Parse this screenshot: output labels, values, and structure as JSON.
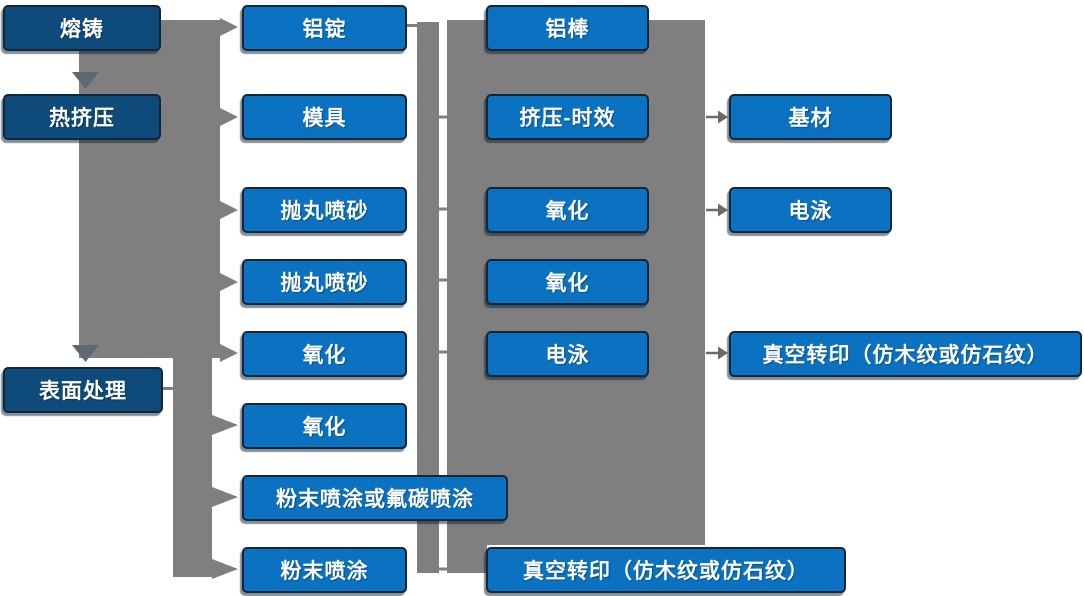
{
  "colors": {
    "process_box_blue": "#0b72c1",
    "stage_box_navy": "#0e4b7b",
    "connector_gray": "#7f7f7f",
    "down_arrow_gray": "#5f6973",
    "link_arrow_gray": "#6a6a6a",
    "box_border": "#10263b",
    "text": "#ffffff",
    "background": "#ffffff"
  },
  "nodes": {
    "col1": [
      {
        "label": "熔铸"
      },
      {
        "label": "热挤压"
      },
      {
        "label": "表面处理"
      }
    ],
    "col2": [
      {
        "label": "铝锭"
      },
      {
        "label": "模具"
      },
      {
        "label": "抛丸喷砂"
      },
      {
        "label": "抛丸喷砂"
      },
      {
        "label": "氧化"
      },
      {
        "label": "氧化"
      },
      {
        "label": "粉末喷涂或氟碳喷涂"
      },
      {
        "label": "粉末喷涂"
      }
    ],
    "col3": [
      {
        "label": "铝棒"
      },
      {
        "label": "挤压-时效"
      },
      {
        "label": "氧化"
      },
      {
        "label": "氧化"
      },
      {
        "label": "电泳"
      },
      {
        "label": "真空转印（仿木纹或仿石纹）"
      }
    ],
    "col4": [
      {
        "label": "基材"
      },
      {
        "label": "电泳"
      },
      {
        "label": "真空转印（仿木纹或仿石纹）"
      }
    ]
  },
  "edges": [
    {
      "from": "熔铸",
      "to": "热挤压"
    },
    {
      "from": "熔铸",
      "to": "铝锭"
    },
    {
      "from": "热挤压",
      "to": "模具"
    },
    {
      "from": "热挤压",
      "to": "抛丸喷砂"
    },
    {
      "from": "热挤压",
      "to": "抛丸喷砂"
    },
    {
      "from": "热挤压",
      "to": "氧化"
    },
    {
      "from": "热挤压",
      "to": "表面处理"
    },
    {
      "from": "表面处理",
      "to": "氧化"
    },
    {
      "from": "表面处理",
      "to": "粉末喷涂或氟碳喷涂"
    },
    {
      "from": "表面处理",
      "to": "粉末喷涂"
    },
    {
      "from": "铝锭",
      "to": "铝棒"
    },
    {
      "from": "挤压-时效",
      "to": "基材"
    },
    {
      "from": "氧化",
      "to": "电泳"
    },
    {
      "from": "电泳",
      "to": "真空转印（仿木纹或仿石纹）"
    }
  ]
}
